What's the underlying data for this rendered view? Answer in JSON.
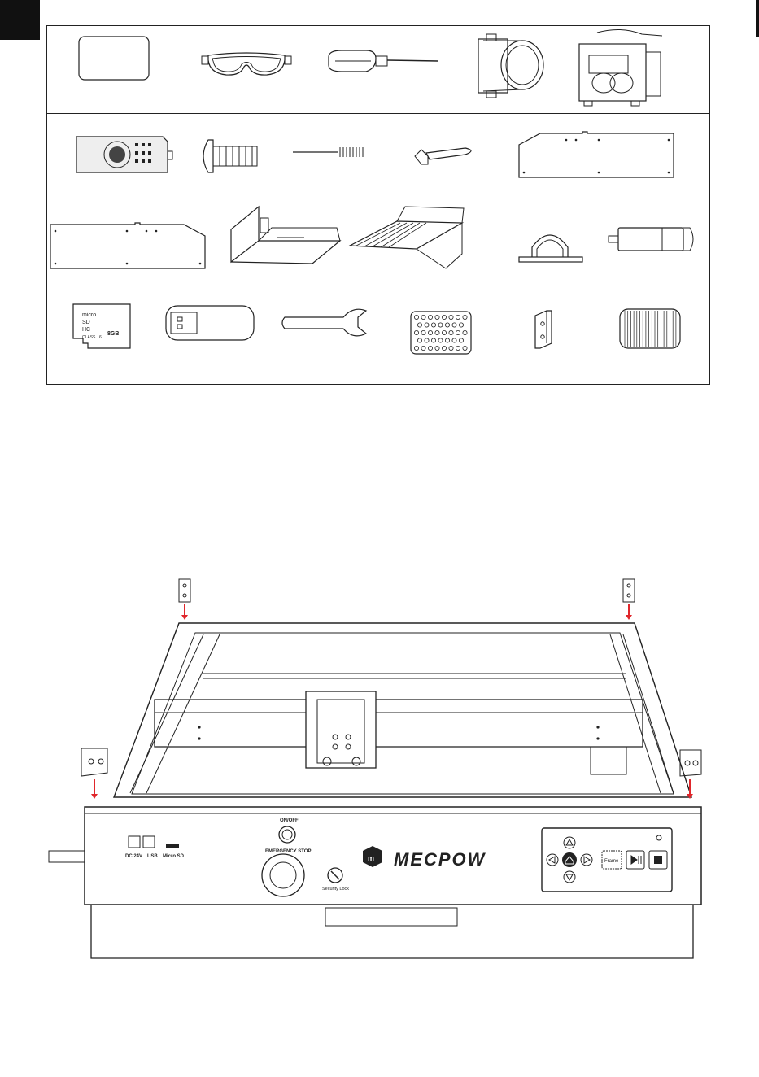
{
  "sd_card": {
    "micro_label": "micro",
    "sd_label": "SD",
    "hc_label": "HC",
    "class_label": "CLASS",
    "class_number": "6",
    "capacity_label": "8GB"
  },
  "panel": {
    "dc_label": "DC 24V",
    "usb_label": "USB",
    "microsd_label": "Micro SD",
    "onoff_label": "ON/OFF",
    "emergency_label": "EMERGENCY STOP",
    "lock_label": "Security Lock",
    "frame_label": "Frame"
  },
  "brand": {
    "name": "MECPOW"
  },
  "colors": {
    "line": "#222222",
    "arrow": "#e0262b"
  }
}
